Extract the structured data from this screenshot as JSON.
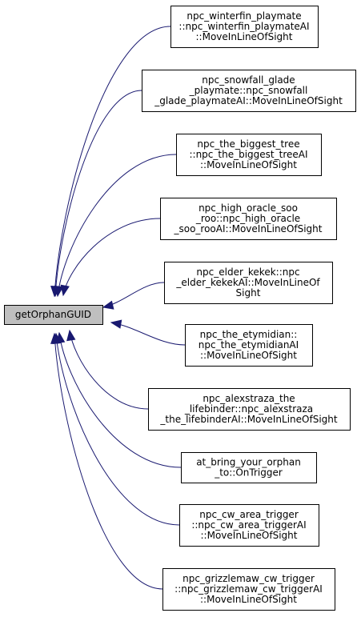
{
  "root": {
    "label": "getOrphanGUID"
  },
  "callers": [
    {
      "lines": [
        "npc_winterfin_playmate",
        "::npc_winterfin_playmateAI",
        "::MoveInLineOfSight"
      ]
    },
    {
      "lines": [
        "npc_snowfall_glade",
        "_playmate::npc_snowfall",
        "_glade_playmateAI::MoveInLineOfSight"
      ]
    },
    {
      "lines": [
        "npc_the_biggest_tree",
        "::npc_the_biggest_treeAI",
        "::MoveInLineOfSight"
      ]
    },
    {
      "lines": [
        "npc_high_oracle_soo",
        "_roo::npc_high_oracle",
        "_soo_rooAI::MoveInLineOfSight"
      ]
    },
    {
      "lines": [
        "npc_elder_kekek::npc",
        "_elder_kekekAI::MoveInLineOf",
        "Sight"
      ]
    },
    {
      "lines": [
        "npc_the_etymidian::",
        "npc_the_etymidianAI",
        "::MoveInLineOfSight"
      ]
    },
    {
      "lines": [
        "npc_alexstraza_the",
        "_lifebinder::npc_alexstraza",
        "_the_lifebinderAI::MoveInLineOfSight"
      ]
    },
    {
      "lines": [
        "at_bring_your_orphan",
        "_to::OnTrigger"
      ]
    },
    {
      "lines": [
        "npc_cw_area_trigger",
        "::npc_cw_area_triggerAI",
        "::MoveInLineOfSight"
      ]
    },
    {
      "lines": [
        "npc_grizzlemaw_cw_trigger",
        "::npc_grizzlemaw_cw_triggerAI",
        "::MoveInLineOfSight"
      ]
    }
  ],
  "colors": {
    "edge": "#191970",
    "root_fill": "#bfbfbf",
    "node_fill": "#ffffff",
    "border": "#000000"
  }
}
